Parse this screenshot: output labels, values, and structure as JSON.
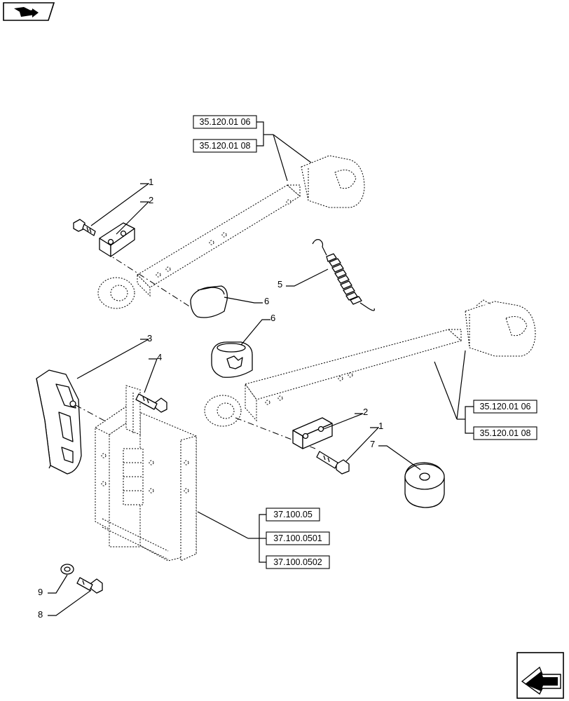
{
  "callouts": {
    "c1_top": "1",
    "c2_top": "2",
    "c3": "3",
    "c4": "4",
    "c5": "5",
    "c6_top": "6",
    "c6_mid": "6",
    "c2_bot": "2",
    "c1_bot": "1",
    "c7": "7",
    "c8": "8",
    "c9": "9"
  },
  "refs": {
    "top_a": "35.120.01 06",
    "top_b": "35.120.01 08",
    "right_a": "35.120.01 06",
    "right_b": "35.120.01 08",
    "hitch_a": "37.100.05",
    "hitch_b": "37.100.0501",
    "hitch_c": "37.100.0502"
  },
  "icons": {
    "corner_top": "book-arrow-icon",
    "corner_bottom": "next-page-arrow-icon"
  }
}
